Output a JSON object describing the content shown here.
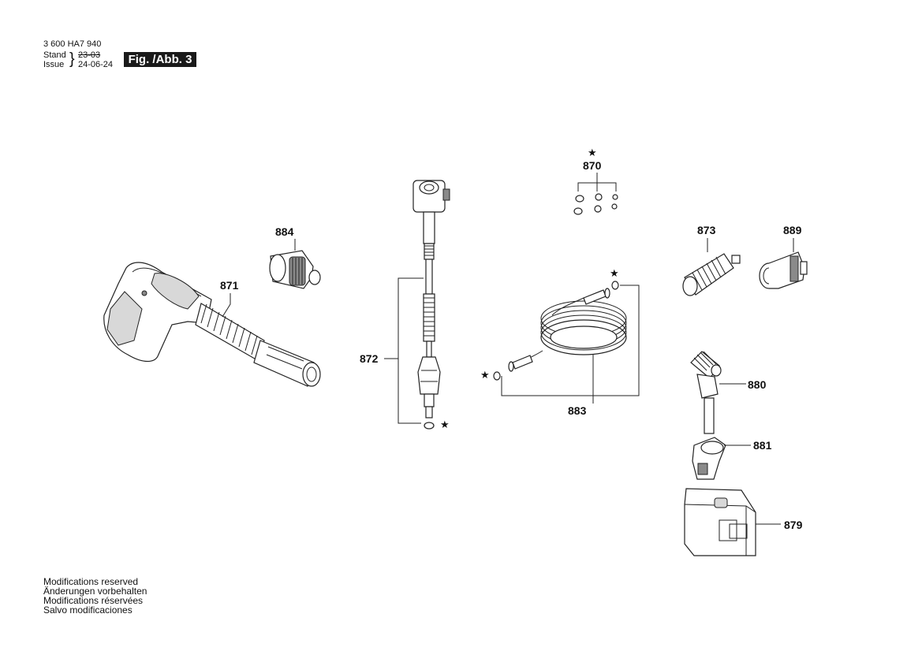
{
  "header": {
    "doc_number": "3 600 HA7 940",
    "stand_label": "Stand",
    "issue_label": "Issue",
    "old_date": "23-03",
    "new_date": "24-06-24",
    "figure_label": "Fig. /Abb. 3"
  },
  "parts": {
    "p870": "870",
    "p871": "871",
    "p872": "872",
    "p873": "873",
    "p879": "879",
    "p880": "880",
    "p881": "881",
    "p883": "883",
    "p884": "884",
    "p889": "889"
  },
  "star_symbol": "★",
  "footer": {
    "line1": "Modifications reserved",
    "line2": "Änderungen vorbehalten",
    "line3": "Modifications réservées",
    "line4": "Salvo modificaciones"
  }
}
